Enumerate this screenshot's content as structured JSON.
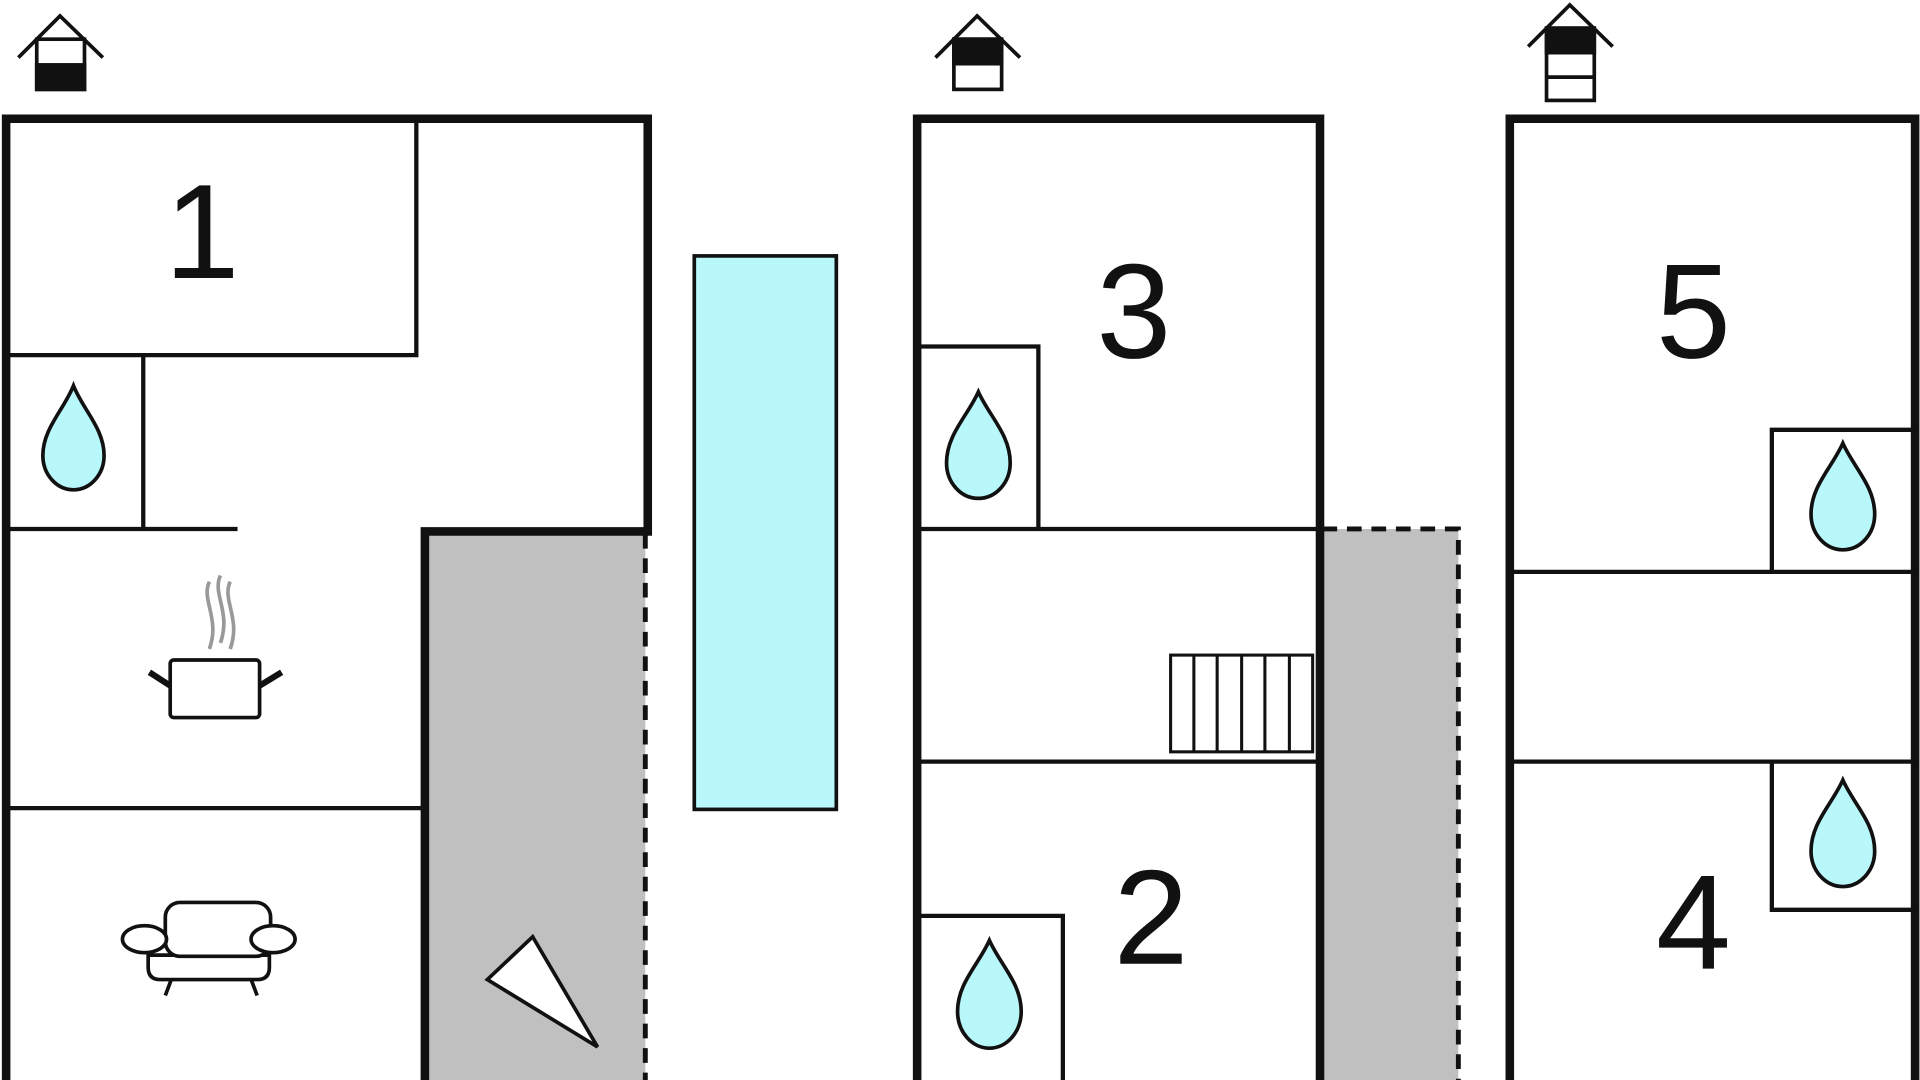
{
  "floorplan": {
    "room_numbers": {
      "r1": "1",
      "r2": "2",
      "r3": "3",
      "r4": "4",
      "r5": "5"
    },
    "floor_levels": [
      "ground-floor",
      "first-floor",
      "second-floor"
    ],
    "icons": {
      "bathroom": "water-drop-icon",
      "kitchen": "cooking-pot-icon",
      "living": "sofa-icon",
      "stairs": "stairs-icon",
      "orientation": "compass-triangle-icon",
      "pool": "pool"
    },
    "colors": {
      "wall": "#111111",
      "water": "#b8f7fa",
      "terrace": "#c0c0c0",
      "steam": "#999999",
      "background": "#ffffff"
    }
  }
}
